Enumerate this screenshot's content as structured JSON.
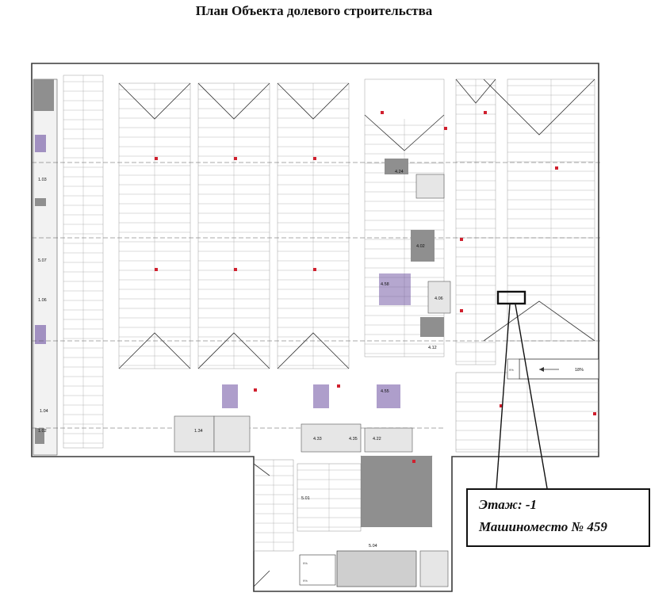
{
  "title": "План Объекта долевого строительства",
  "callout": {
    "floor": "Этаж: -1",
    "space": "Машиноместо № 459"
  },
  "room_labels": [
    "1.34",
    "4.33",
    "4.22",
    "4.24",
    "4.02",
    "4.58",
    "4.06",
    "4.12",
    "5.01",
    "5.04",
    "5.07",
    "1.06",
    "1.02",
    "1.04",
    "1.03",
    "4.55",
    "4.35"
  ],
  "ramps": [
    "18%",
    "9%",
    "9%",
    "9%"
  ],
  "colors": {
    "wall": "#3a3a3a",
    "room_fill": "#e6e6e6",
    "dark_fill": "#8f8f8f",
    "accent_purple": "#6b4fa0",
    "accent_red": "#d0202e",
    "line": "#555555",
    "callout_border": "#111111"
  }
}
